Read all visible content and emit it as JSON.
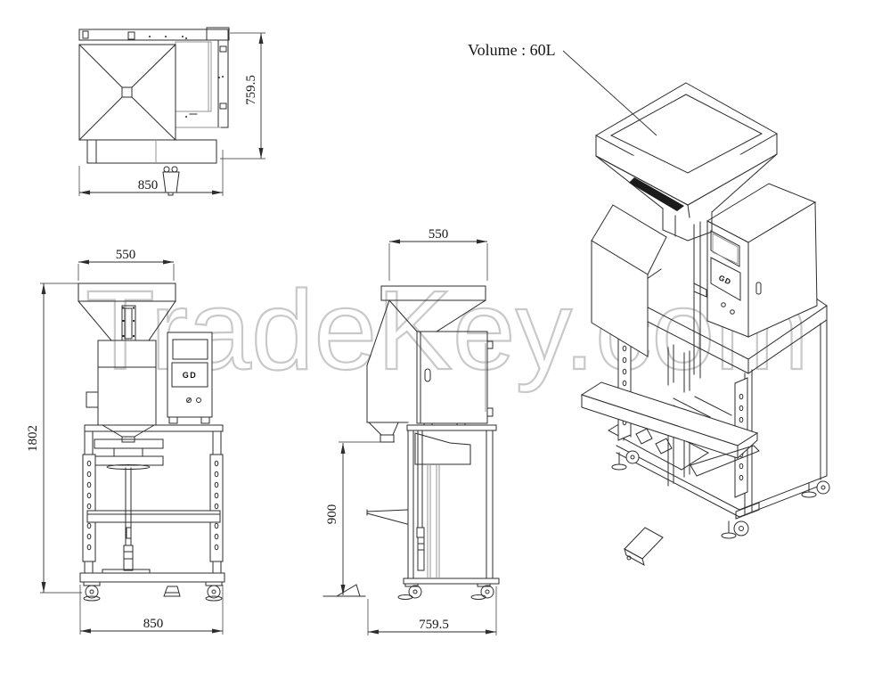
{
  "watermark": {
    "text": "TradeKey.com",
    "color": "#c9c9c9"
  },
  "iso_view": {
    "volume_label": "Volume : 60L",
    "panel_label": "GD"
  },
  "top_view": {
    "dim_width": "850",
    "dim_depth": "759.5"
  },
  "front_view": {
    "dim_hopper_width": "550",
    "dim_total_height": "1802",
    "dim_base_width": "850",
    "panel_label": "GD"
  },
  "side_view": {
    "dim_hopper_depth": "550",
    "dim_discharge_height": "900",
    "dim_base_depth": "759.5"
  },
  "colors": {
    "line": "#2d2d2d",
    "light_line": "#949494",
    "watermark": "#c9c9c9",
    "text": "#161616",
    "slot_fill": "#1b1b1b",
    "background": "#ffffff"
  }
}
